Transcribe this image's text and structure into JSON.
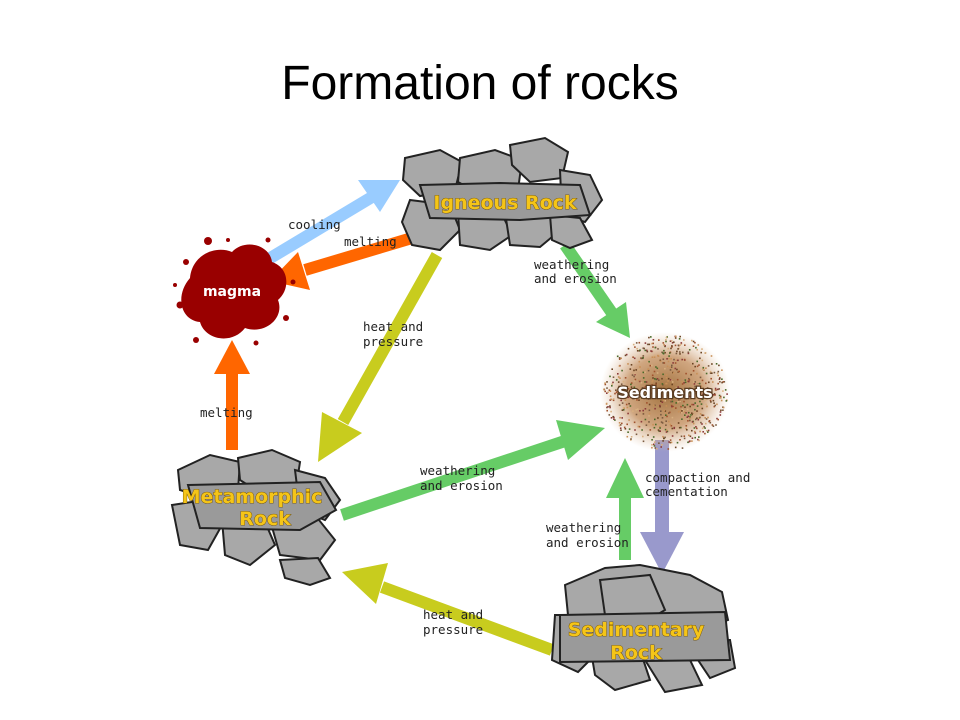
{
  "title": "Formation of rocks",
  "nodes": {
    "igneous": "Igneous Rock",
    "magma": "magma",
    "sediments": "Sediments",
    "metamorphic_line1": "Metamorphic",
    "metamorphic_line2": "Rock",
    "sedimentary_line1": "Sedimentary",
    "sedimentary_line2": "Rock"
  },
  "edges": {
    "cooling": "cooling",
    "melting_igneous": "melting",
    "weathering_igneous_1": "weathering",
    "weathering_igneous_2": "and erosion",
    "heat_igneous_1": "heat and",
    "heat_igneous_2": "pressure",
    "melting_metamorphic": "melting",
    "weathering_metamorphic_1": "weathering",
    "weathering_metamorphic_2": "and erosion",
    "compaction_1": "compaction and",
    "compaction_2": "cementation",
    "weathering_sedimentary_1": "weathering",
    "weathering_sedimentary_2": "and erosion",
    "heat_sedimentary_1": "heat and",
    "heat_sedimentary_2": "pressure"
  },
  "colors": {
    "cooling": "#99ccff",
    "melting": "#ff6600",
    "weathering": "#66cc66",
    "heat_pressure": "#c8cc1e",
    "compaction": "#9999cc",
    "magma": "#990000",
    "rock_fill": "#a8a8a8",
    "rock_stroke": "#222222"
  }
}
